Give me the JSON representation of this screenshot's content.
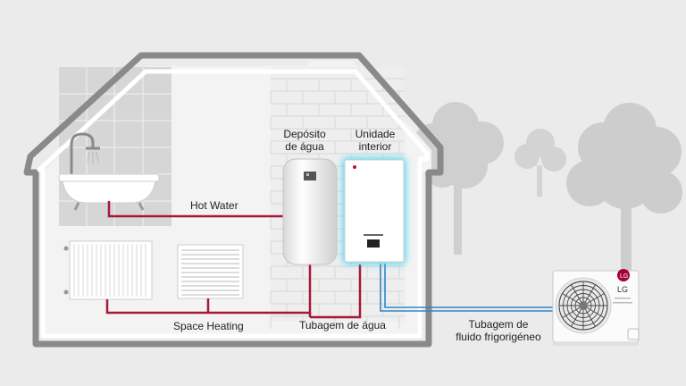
{
  "labels": {
    "water_tank": [
      "Depósito",
      "de água"
    ],
    "indoor_unit": [
      "Unidade",
      "interior"
    ],
    "hot_water": "Hot Water",
    "space_heating": "Space Heating",
    "water_pipe": "Tubagem de água",
    "refrigerant_pipe": [
      "Tubagem de",
      "fluido frigorigéneo"
    ]
  },
  "brand": {
    "logo_text": "LG"
  },
  "colors": {
    "water_pipe": "#a8163a",
    "refrigerant_pipe": "#2f86c6",
    "indoor_glow": "#3ad6f5",
    "house_outline": "#8a8a8a",
    "trees": "#cfcfcf"
  }
}
